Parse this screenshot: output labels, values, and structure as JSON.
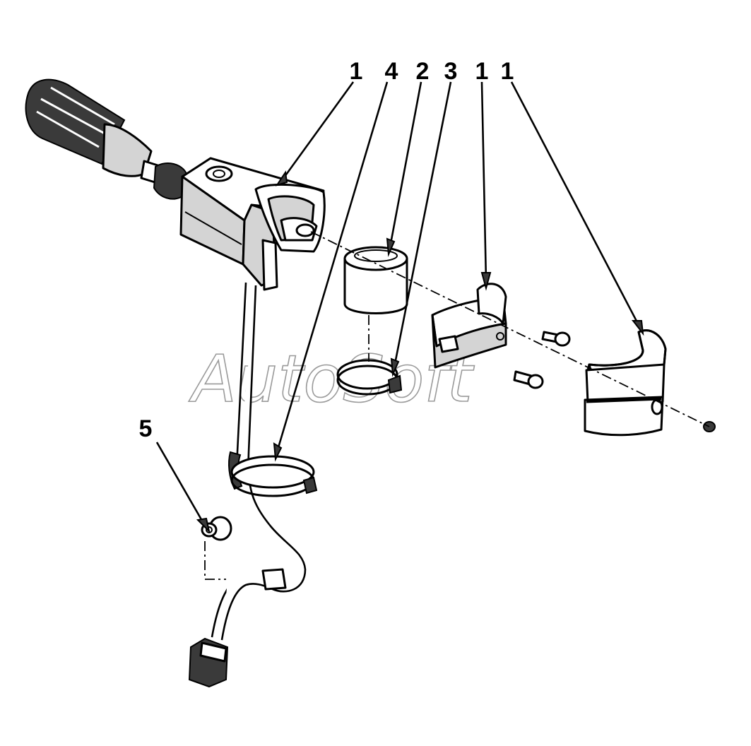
{
  "callouts": [
    {
      "id": "c1a",
      "label": "1"
    },
    {
      "id": "c4",
      "label": "4"
    },
    {
      "id": "c2",
      "label": "2"
    },
    {
      "id": "c3",
      "label": "3"
    },
    {
      "id": "c1b",
      "label": "1"
    },
    {
      "id": "c1c",
      "label": "1"
    },
    {
      "id": "c5",
      "label": "5"
    }
  ],
  "watermark": "AutoSoft",
  "colors": {
    "line": "#000000",
    "shade": "#d4d4d4",
    "background": "#ffffff"
  }
}
